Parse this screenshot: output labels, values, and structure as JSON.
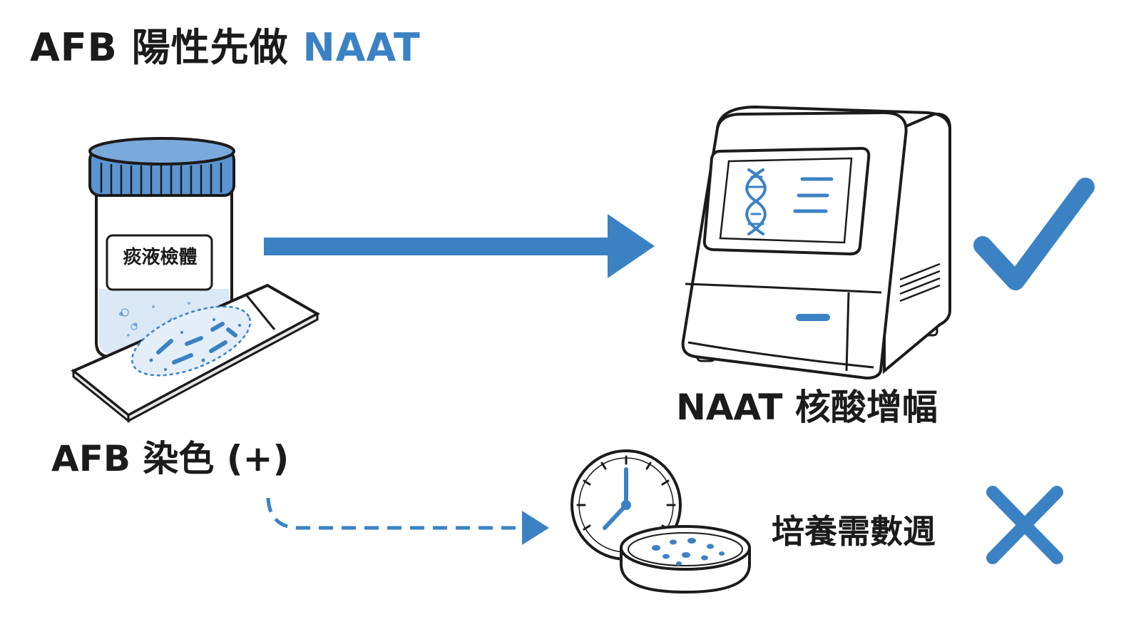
{
  "title": {
    "prefix": "AFB 陽性先做 ",
    "highlight": "NAAT"
  },
  "specimen": {
    "jar_label": "痰液檢體",
    "caption": "AFB 染色 (+)"
  },
  "naat": {
    "caption": "NAAT 核酸增幅",
    "status": "check-mark-icon"
  },
  "culture": {
    "caption": "培養需數週",
    "status": "cross-mark-icon"
  },
  "colors": {
    "accent": "#3b82c4",
    "ink": "#1b1b1b",
    "light_blue": "#b9d3ee"
  }
}
